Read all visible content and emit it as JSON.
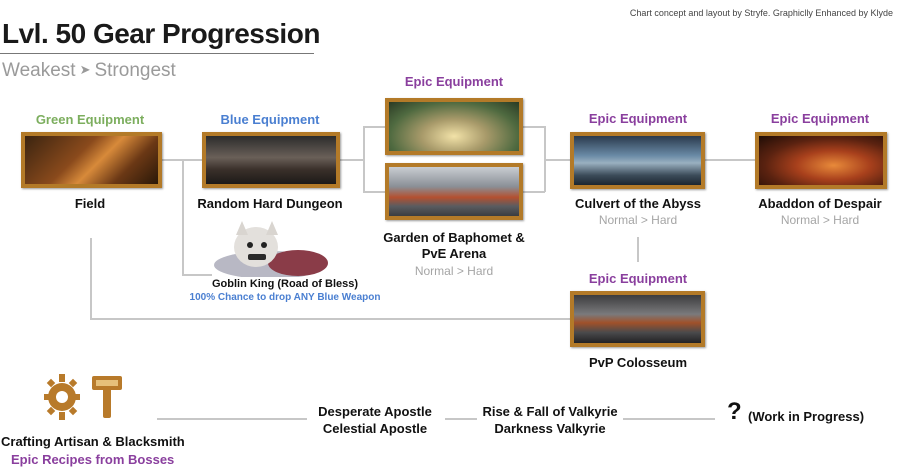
{
  "credit": "Chart concept and layout by Stryfe. Graphiclly Enhanced by Klyde",
  "title": "Lvl. 50 Gear Progression",
  "subtitle": {
    "weak": "Weakest",
    "arrow": "➤",
    "strong": "Strongest"
  },
  "tiers": {
    "green": "Green Equipment",
    "blue": "Blue Equipment",
    "epic_garden": "Epic Equipment",
    "epic_culvert": "Epic Equipment",
    "epic_abaddon": "Epic Equipment",
    "epic_pvp": "Epic Equipment"
  },
  "nodes": {
    "field": "Field",
    "random_hard": "Random Hard Dungeon",
    "garden": "Garden of Baphomet &",
    "garden2": "PvE Arena",
    "culvert": "Culvert of the Abyss",
    "abaddon": "Abaddon of Despair",
    "pvp": "PvP Colosseum"
  },
  "difficulty": {
    "garden": "Normal > Hard",
    "culvert": "Normal > Hard",
    "abaddon": "Normal > Hard"
  },
  "goblin": {
    "name": "Goblin King (Road of Bless)",
    "drop": "100% Chance to drop ANY Blue Weapon"
  },
  "crafting": {
    "label": "Crafting Artisan & Blacksmith",
    "sub": "Epic Recipes from Bosses",
    "step1a": "Desperate Apostle",
    "step1b": "Celestial Apostle",
    "step2a": "Rise & Fall of Valkyrie",
    "step2b": "Darkness Valkyrie",
    "qmark": "?",
    "wip": "(Work in Progress)"
  },
  "colors": {
    "green": "#7cae5e",
    "blue": "#4a7fd1",
    "epic": "#8a3f9e",
    "frame": "#b37a28",
    "line": "#c7c7c7"
  }
}
